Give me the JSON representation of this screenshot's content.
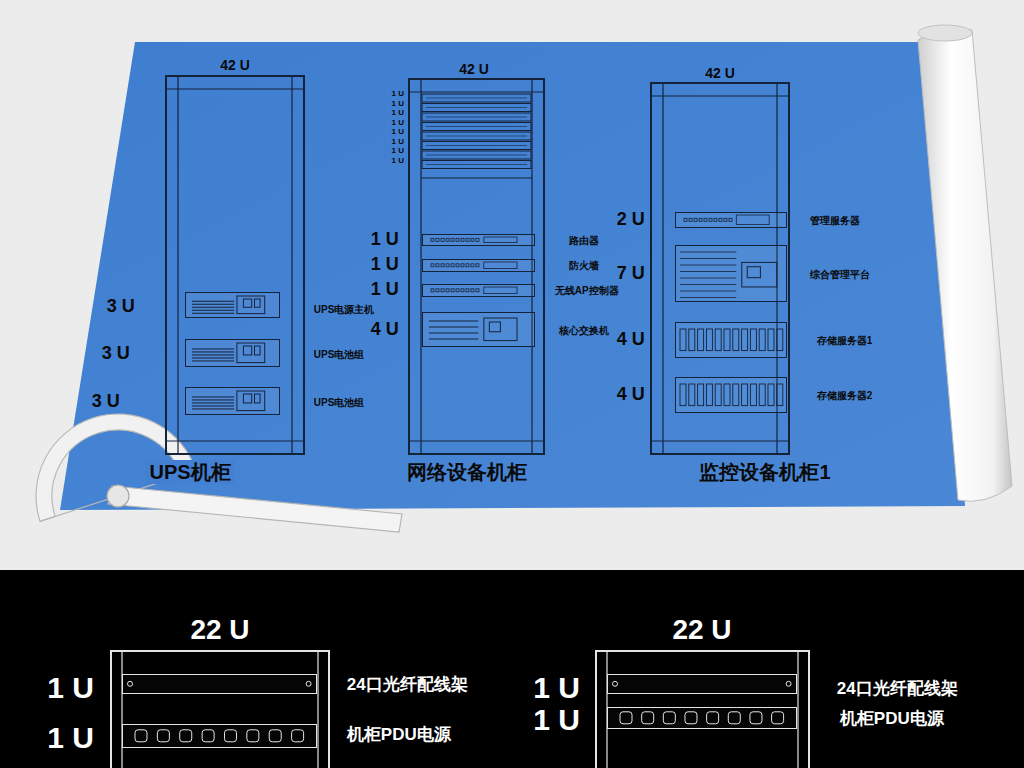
{
  "diagram": {
    "nodes": [
      {
        "text": [
          "42 U",
          "UPS机柜"
        ]
      },
      {
        "text": [
          "3 U",
          "UPS电源主机"
        ],
        "in": 0
      },
      {
        "text": [
          "3 U",
          "UPS电池组"
        ],
        "in": 0
      },
      {
        "text": [
          "3 U",
          "UPS电池组"
        ],
        "in": 0
      },
      {
        "text": [
          "42 U",
          "网络设备机柜"
        ]
      },
      {
        "text": [
          "1 U",
          "路由器"
        ],
        "in": 4
      },
      {
        "text": [
          "1 U",
          "防火墙"
        ],
        "in": 4
      },
      {
        "text": [
          "1 U",
          "无线AP控制器"
        ],
        "in": 4
      },
      {
        "text": [
          "4 U",
          "核心交换机"
        ],
        "in": 4
      },
      {
        "text": [
          "42 U",
          "监控设备机柜1"
        ]
      },
      {
        "text": [
          "2 U",
          "管理服务器"
        ],
        "in": 9
      },
      {
        "text": [
          "7 U",
          "综合管理平台"
        ],
        "in": 9
      },
      {
        "text": [
          "4 U",
          "存储服务器1"
        ],
        "in": 9
      },
      {
        "text": [
          "4 U",
          "存储服务器2"
        ],
        "in": 9
      },
      {
        "text": [
          "22 U"
        ]
      },
      {
        "text": [
          "1 U",
          "24口光纤配线架"
        ],
        "in": 14
      },
      {
        "text": [
          "1 U",
          "机柜PDU电源"
        ],
        "in": 14
      },
      {
        "text": [
          "22 U"
        ]
      },
      {
        "text": [
          "1 U",
          "24口光纤配线架"
        ],
        "in": 17
      },
      {
        "text": [
          "1 U",
          "机柜PDU电源"
        ],
        "in": 17
      }
    ],
    "labels": [
      "1 U",
      "1 U",
      "1 U",
      "1 U",
      "1 U",
      "1 U",
      "1 U",
      "1 U"
    ]
  }
}
